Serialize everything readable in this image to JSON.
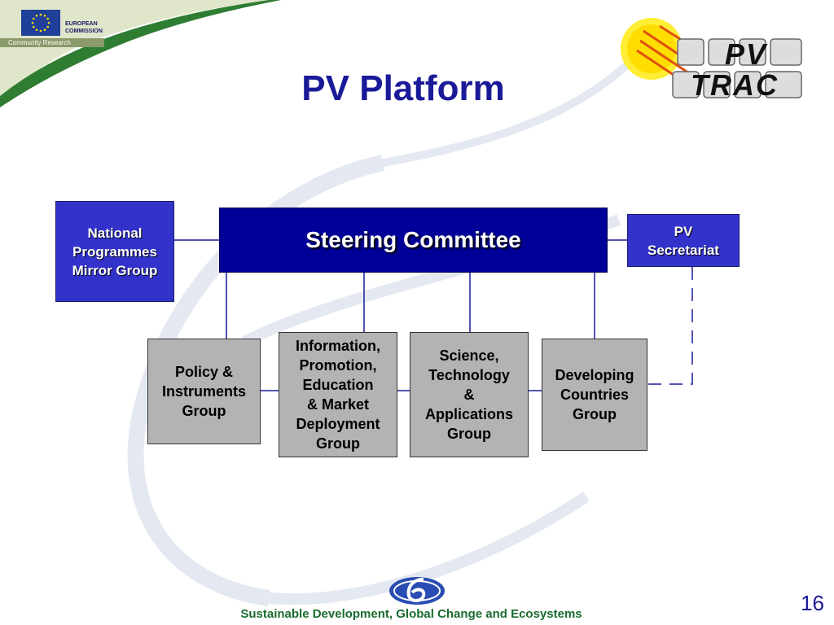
{
  "slide": {
    "title": "PV Platform",
    "page_number": "16",
    "footer": "Sustainable Development, Global Change and Ecosystems"
  },
  "header": {
    "ec_line1": "EUROPEAN",
    "ec_line2": "COMMISSION",
    "ec_subtitle": "Community Research",
    "logo_line1": "PV",
    "logo_line2": "TRAC"
  },
  "org_chart": {
    "steering": "Steering Committee",
    "national": "National\nProgrammes\nMirror Group",
    "secretariat": "PV\nSecretariat",
    "groups": [
      "Policy &\nInstruments\nGroup",
      "Information,\nPromotion,\nEducation\n& Market\nDeployment\nGroup",
      "Science,\nTechnology\n&\nApplications\nGroup",
      "Developing\nCountries\nGroup"
    ]
  },
  "colors": {
    "title": "#1a1a99",
    "steering_fill": "#000099",
    "side_box_fill": "#3333cc",
    "group_fill": "#b3b3b3",
    "footer_text": "#1a6b2e",
    "accent_green": "#2e7d32"
  },
  "icons": {
    "eu_flag": "eu-flag-icon",
    "fp6_logo": "fp6-logo-icon",
    "pvtrac_logo": "pvtrac-logo-icon"
  }
}
